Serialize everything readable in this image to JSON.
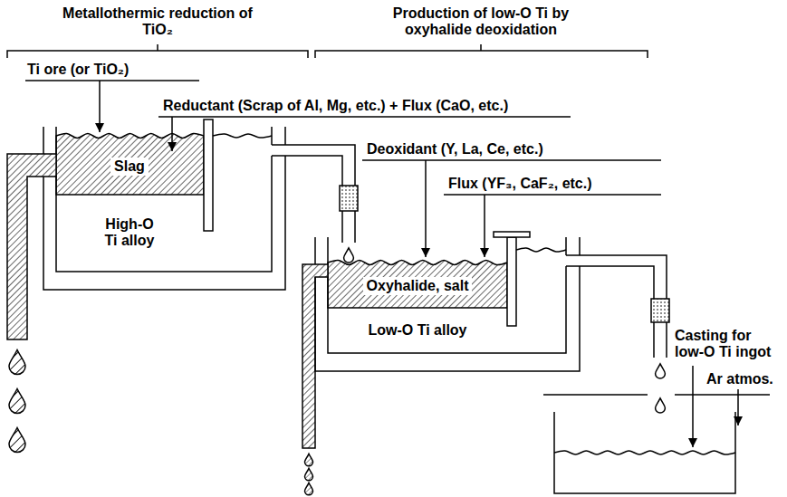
{
  "diagram": {
    "nodes": [
      {
        "text": [
          "High-O Ti alloy"
        ]
      },
      {
        "text": [
          "Slag"
        ],
        "in": 0
      },
      {
        "text": [
          "Low-O Ti alloy"
        ]
      },
      {
        "text": [
          "Oxyhalide, salt"
        ],
        "in": 2
      }
    ],
    "labels": [
      "Metallothermic reduction of TiO₂",
      "Production of low-O Ti by oxyhalide deoxidation",
      "Ti ore (or TiO₂)",
      "Reductant (Scrap of Al, Mg, etc.) + Flux (CaO, etc.)",
      "Deoxidant (Y, La, Ce, etc.)",
      "Flux (YF₃, CaF₂, etc.)",
      "Casting for low-O Ti ingot",
      "Ar atmos."
    ]
  }
}
